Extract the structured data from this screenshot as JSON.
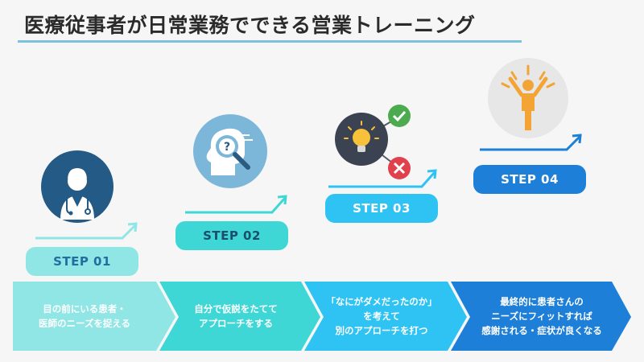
{
  "title": "医療従事者が日常業務でできる営業トレーニング",
  "colors": {
    "step1": "#8fe6e4",
    "step2": "#3fd7d5",
    "step3": "#2fc3f3",
    "step4": "#1e7fd8",
    "arrow1": "#8fe6e4",
    "arrow2": "#3fd7d5",
    "arrow3": "#2fc3f3",
    "arrow4": "#1e7fd8"
  },
  "steps": [
    {
      "label": "STEP 01",
      "icon": "doctor-icon",
      "lines": [
        "目の前にいる患者・",
        "医師のニーズを捉える"
      ]
    },
    {
      "label": "STEP 02",
      "icon": "thinking-head-icon",
      "lines": [
        "自分で仮説をたてて",
        "アプローチをする"
      ]
    },
    {
      "label": "STEP 03",
      "icon": "lightbulb-decision-icon",
      "lines": [
        "「なにがダメだったのか」",
        "を考えて",
        "別のアプローチを打つ"
      ]
    },
    {
      "label": "STEP 04",
      "icon": "success-person-icon",
      "lines": [
        "最終的に患者さんの",
        "ニーズにフィットすれば",
        "感謝される・症状が良くなる"
      ]
    }
  ]
}
